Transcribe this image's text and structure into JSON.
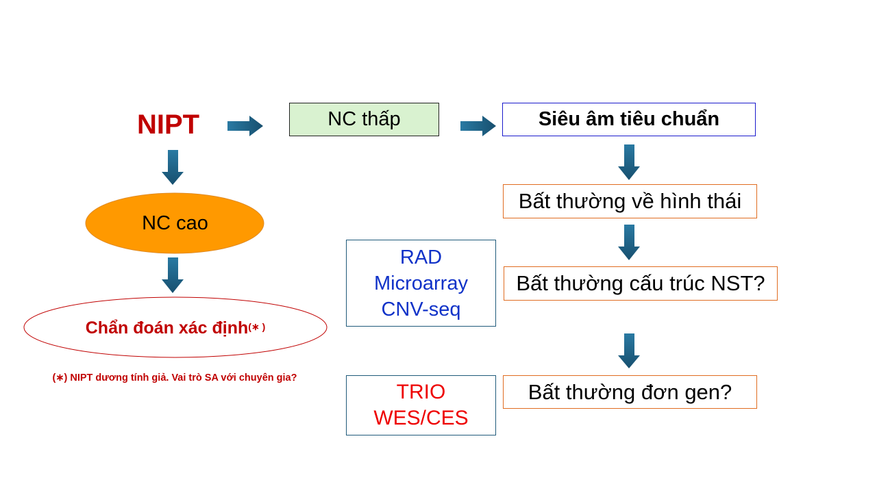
{
  "diagram": {
    "nodes": {
      "nipt": "NIPT",
      "nc_thap": "NC thấp",
      "sieu_am": "Siêu âm tiêu chuẩn",
      "nc_cao": "NC cao",
      "chan_doan": "Chẩn đoán xác định",
      "chan_doan_marker": "(∗ )",
      "bat_thuong_hinh_thai": "Bất thường về hình thái",
      "bat_thuong_nst": "Bất thường cấu trúc NST?",
      "bat_thuong_don_gen": "Bất thường đơn gen?"
    },
    "tests": {
      "structural": [
        "RAD",
        "Microarray",
        "CNV-seq"
      ],
      "single_gene": [
        "TRIO",
        "WES/CES"
      ]
    },
    "footnote": "(∗) NIPT dương tính giả. Vai trò  SA với chuyên gia?",
    "colors": {
      "nipt_text": "#c00000",
      "arrow": "#1f5f82",
      "nc_thap_fill": "#d9f2d0",
      "nc_cao_fill": "#ff9900",
      "orange_border": "#e06c20",
      "structural_text": "#1032c8",
      "single_gene_text": "#ee0000"
    }
  }
}
